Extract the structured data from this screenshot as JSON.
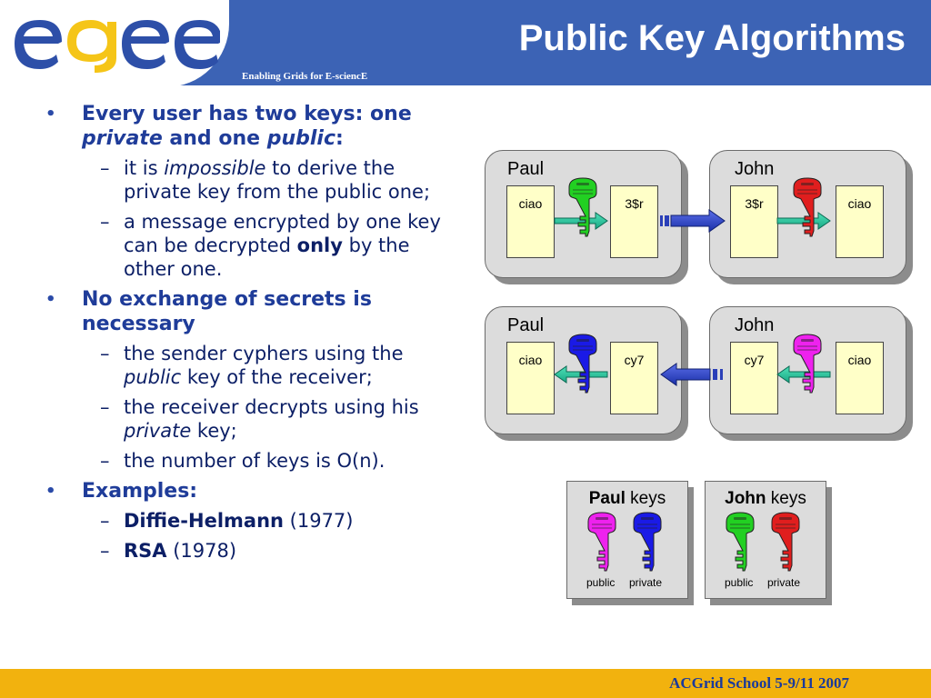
{
  "header": {
    "logo_text": "egee",
    "tagline": "Enabling Grids for E-sciencE",
    "title": "Public Key Algorithms"
  },
  "colors": {
    "header_blue": "#3c63b5",
    "logo_blue": "#2d4fa8",
    "logo_yellow": "#f5c518",
    "footer_gold": "#f2b20e",
    "text_blue": "#1f3c99",
    "key_green": "#22d022",
    "key_red": "#e01e1e",
    "key_blue": "#1a1ae6",
    "key_magenta": "#ee22ee"
  },
  "bullets": {
    "b1": {
      "t1": "Every user has two keys: one ",
      "t2": "private",
      "t3": " and one ",
      "t4": "public",
      "t5": ":"
    },
    "b1s1": {
      "t1": "it is ",
      "t2": "impossible",
      "t3": " to derive the private key from the public one;"
    },
    "b1s2": {
      "t1": "a message encrypted by one key can be decrypted ",
      "t2": "only",
      "t3": " by the other one."
    },
    "b2": {
      "t1": "No exchange of secrets is necessary"
    },
    "b2s1": {
      "t1": "the sender cyphers using the ",
      "t2": "public",
      "t3": " key of the receiver;"
    },
    "b2s2": {
      "t1": "the receiver decrypts using his ",
      "t2": "private",
      "t3": " key;"
    },
    "b2s3": {
      "t1": "the number of keys is O(n)."
    },
    "b3": {
      "t1": "Examples:"
    },
    "b3s1": {
      "t1": "Diffie-Helmann",
      "t2": " (1977)"
    },
    "b3s2": {
      "t1": "RSA",
      "t2": " (1978)"
    },
    "bullet_marker": "•",
    "dash_marker": "–"
  },
  "diagram": {
    "row1": {
      "left_name": "Paul",
      "left_plain": "ciao",
      "left_cipher": "3$r",
      "left_key_color": "key_green",
      "right_name": "John",
      "right_cipher": "3$r",
      "right_plain": "ciao",
      "right_key_color": "key_red"
    },
    "row2": {
      "left_name": "Paul",
      "left_plain": "ciao",
      "left_cipher": "cy7",
      "left_key_color": "key_blue",
      "right_name": "John",
      "right_cipher": "cy7",
      "right_plain": "ciao",
      "right_key_color": "key_magenta"
    }
  },
  "keys": {
    "paul": {
      "name": "Paul",
      "suffix": " keys",
      "public_label": "public",
      "private_label": "private"
    },
    "john": {
      "name": "John",
      "suffix": " keys",
      "public_label": "public",
      "private_label": "private"
    }
  },
  "footer": {
    "text": "ACGrid School 5-9/11 2007"
  }
}
